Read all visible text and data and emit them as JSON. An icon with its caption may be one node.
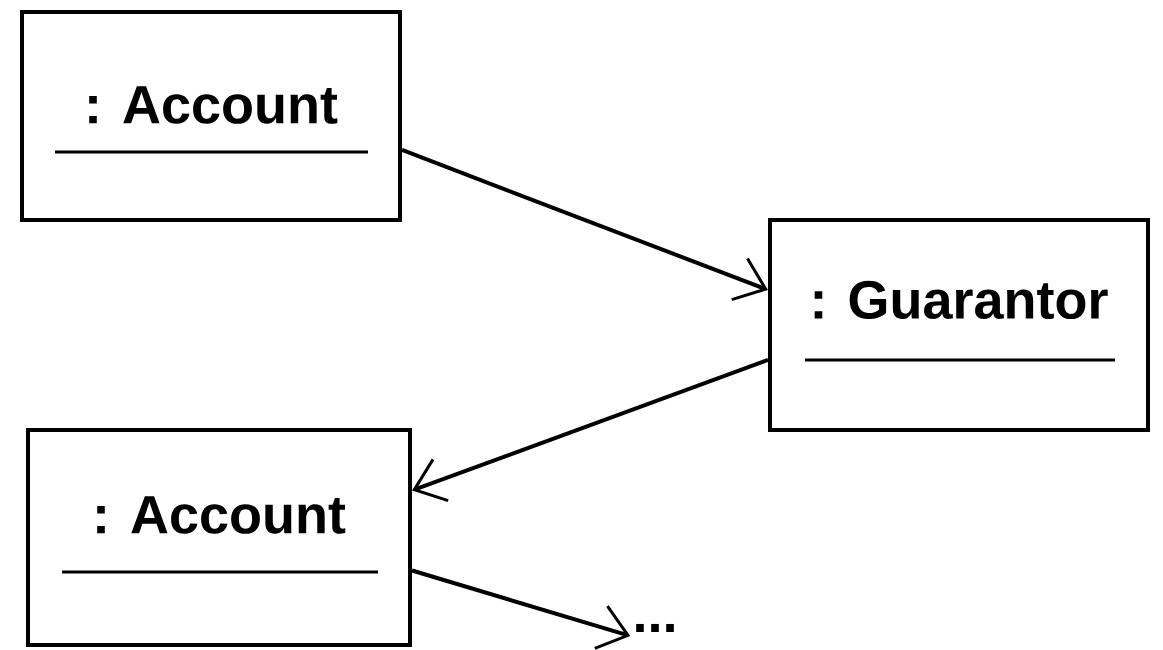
{
  "diagram": {
    "nodes": [
      {
        "text": [
          ": Account"
        ]
      },
      {
        "text": [
          ": Guarantor"
        ]
      },
      {
        "text": [
          ": Account"
        ]
      },
      {
        "text": [
          "..."
        ]
      }
    ],
    "edges": [
      {
        "from": 0,
        "to": 1,
        "arrow": "to"
      },
      {
        "from": 1,
        "to": 2,
        "arrow": "to"
      },
      {
        "from": 2,
        "to": 3,
        "arrow": "to"
      }
    ]
  }
}
